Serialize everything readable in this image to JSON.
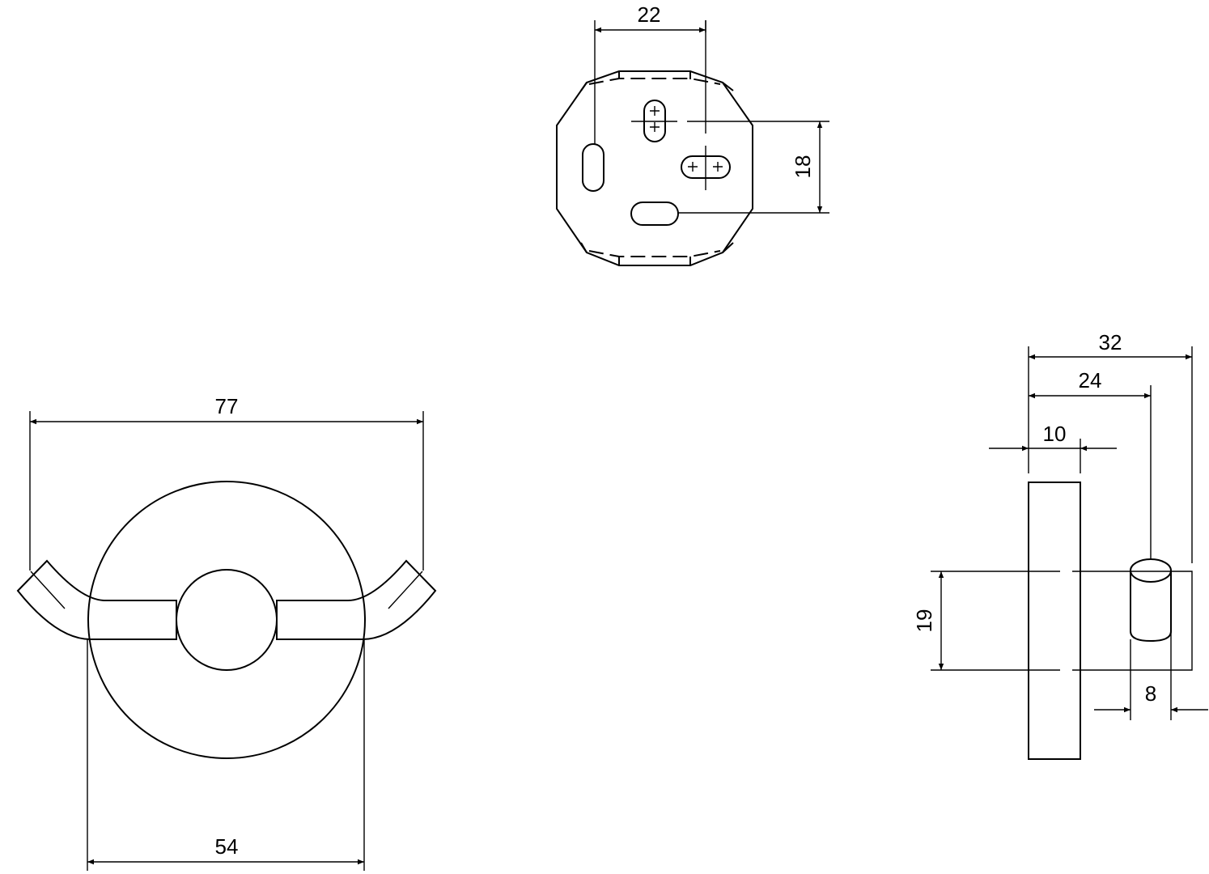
{
  "title": "Double hook technical drawing",
  "top_view": {
    "dim_width": "22",
    "dim_height": "18"
  },
  "front_view": {
    "dim_overall_width": "77",
    "dim_rosette_diameter": "54"
  },
  "side_view": {
    "dim_total_depth": "32",
    "dim_peg_position": "24",
    "dim_plate_thickness": "10",
    "dim_bar_height": "19",
    "dim_peg_diameter": "8"
  }
}
